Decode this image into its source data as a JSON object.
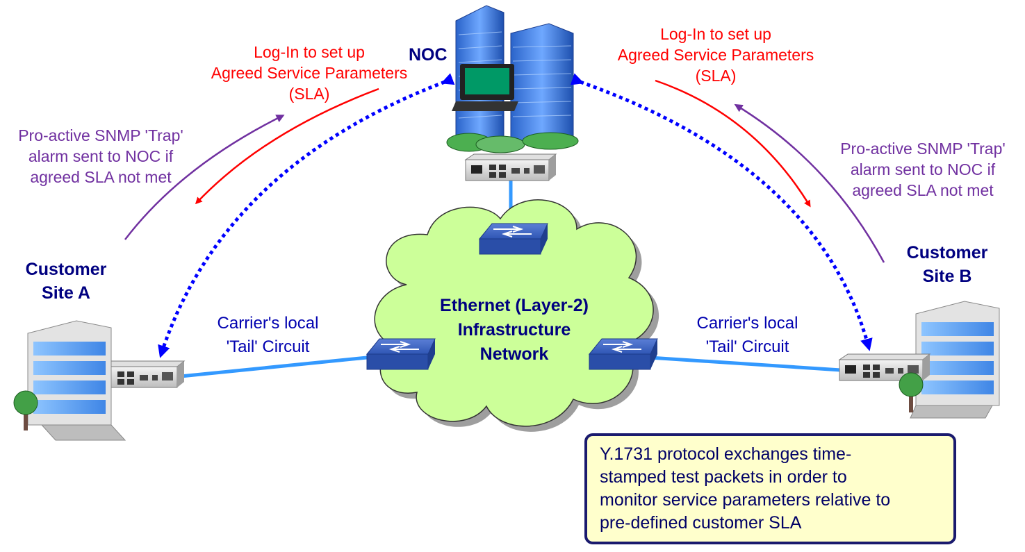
{
  "labels": {
    "noc": "NOC",
    "site_a": [
      "Customer",
      "Site A"
    ],
    "site_b": [
      "Customer",
      "Site B"
    ],
    "login_left": [
      "Log-In to set up",
      "Agreed Service Parameters",
      "(SLA)"
    ],
    "login_right": [
      "Log-In to set up",
      "Agreed Service Parameters",
      "(SLA)"
    ],
    "trap_left": [
      "Pro-active SNMP 'Trap'",
      "alarm sent to NOC if",
      "agreed SLA not met"
    ],
    "trap_right": [
      "Pro-active SNMP 'Trap'",
      "alarm sent to NOC if",
      "agreed SLA not met"
    ],
    "tail_left": [
      "Carrier's local",
      "'Tail' Circuit"
    ],
    "tail_right": [
      "Carrier's local",
      "'Tail' Circuit"
    ],
    "cloud": [
      "Ethernet (Layer-2)",
      "Infrastructure",
      "Network"
    ]
  },
  "note": [
    "Y.1731 protocol exchanges time-",
    "stamped test packets in order to",
    "monitor service parameters relative to",
    "pre-defined customer SLA"
  ],
  "icons": {
    "noc_building": "office-towers-icon",
    "laptop": "laptop-icon",
    "building": "office-building-icon",
    "device": "ethernet-demarcation-device-icon",
    "switch": "network-switch-icon",
    "cloud": "cloud-icon",
    "tree": "tree-icon"
  },
  "colors": {
    "login_arrow": "#ff0000",
    "trap_arrow": "#7030a0",
    "dotted_arrow": "#0000ff",
    "link": "#3399ff",
    "cloud_fill": "#ccff99",
    "note_fill": "#ffffcc",
    "label_text": "#000080"
  }
}
